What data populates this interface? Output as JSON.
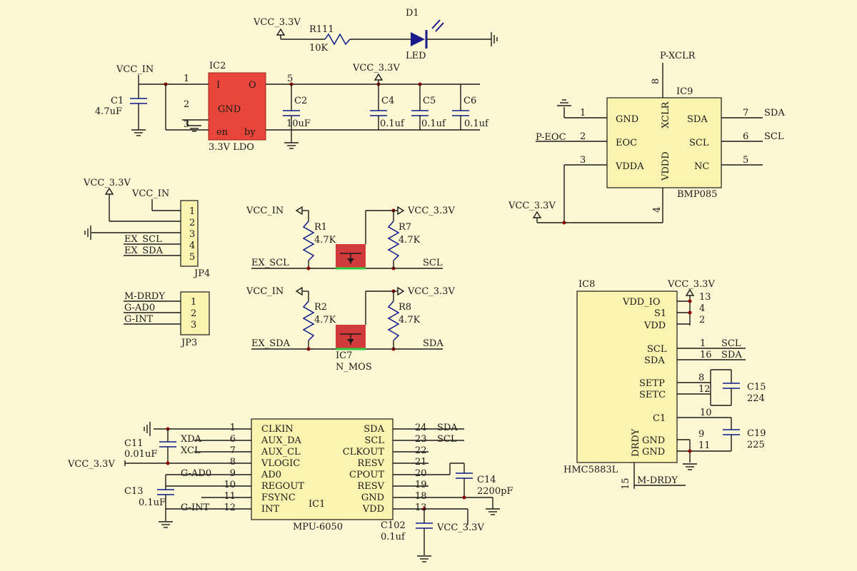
{
  "colors": {
    "background": "#fdf7d4",
    "chip_fill": "#fbf3b0",
    "ldo_fill": "#e8463a",
    "wire": "#1a1a1a",
    "component": "#0a1a8c"
  },
  "led": {
    "supply": "VCC_3.3V",
    "res_ref": "R111",
    "res_val": "10K",
    "ref": "D1",
    "label": "LED"
  },
  "ldo": {
    "vin": "VCC_IN",
    "ref": "IC2",
    "pin1": "1",
    "pin2": "2",
    "pin3": "3",
    "pin5": "5",
    "pin_i": "I",
    "pin_o": "O",
    "pin_gnd": "GND",
    "pin_en": "en",
    "pin_by": "by",
    "part": "3.3V  LDO",
    "vout": "VCC_3.3V"
  },
  "caps_top": [
    {
      "ref": "C1",
      "val": "4.7uF"
    },
    {
      "ref": "C2",
      "val": "10uF"
    },
    {
      "ref": "C4",
      "val": "0.1uf"
    },
    {
      "ref": "C5",
      "val": "0.1uf"
    },
    {
      "ref": "C6",
      "val": "0.1uf"
    }
  ],
  "bmp": {
    "ref": "IC9",
    "part": "BMP085",
    "xclr_net": "P-XCLR",
    "eoc_net": "P-EOC",
    "vcc": "VCC_3.3V",
    "pins": {
      "gnd": "GND",
      "eoc": "EOC",
      "vdda": "VDDA",
      "sda": "SDA",
      "scl": "SCL",
      "nc": "NC",
      "xclr": "XCLR",
      "vddd": "VDDD"
    },
    "nums": {
      "n1": "1",
      "n2": "2",
      "n3": "3",
      "n4": "4",
      "n5": "5",
      "n6": "6",
      "n7": "7",
      "n8": "8"
    },
    "net_sda": "SDA",
    "net_scl": "SCL"
  },
  "jp4": {
    "ref": "JP4",
    "vcc": "VCC_3.3V",
    "vin": "VCC_IN",
    "scl": "EX_SCL",
    "sda": "EX_SDA",
    "pins": [
      "1",
      "2",
      "3",
      "4",
      "5"
    ]
  },
  "jp3": {
    "ref": "JP3",
    "l1": "M-DRDY",
    "l2": "G-AD0",
    "l3": "G-INT",
    "pins": [
      "1",
      "2",
      "3"
    ]
  },
  "shifter": {
    "vin": "VCC_IN",
    "vout": "VCC_3.3V",
    "ref": "IC7",
    "part": "N_MOS",
    "ch1": {
      "r_left": "R1",
      "r_left_val": "4.7K",
      "r_right": "R7",
      "r_right_val": "4.7K",
      "in": "EX_SCL",
      "out": "SCL"
    },
    "ch2": {
      "r_left": "R2",
      "r_left_val": "4.7K",
      "r_right": "R8",
      "r_right_val": "4.7K",
      "in": "EX_SDA",
      "out": "SDA"
    }
  },
  "hmc": {
    "ref": "IC8",
    "part": "HMC5883L",
    "vcc": "VCC_3.3V",
    "pins": {
      "vddio": "VDD_IO",
      "s1": "S1",
      "vdd": "VDD",
      "scl": "SCL",
      "sda": "SDA",
      "setp": "SETP",
      "setc": "SETC",
      "c1": "C1",
      "gnd1": "GND",
      "gnd2": "GND",
      "drdy": "DRDY"
    },
    "nums": {
      "n13": "13",
      "n4": "4",
      "n2": "2",
      "n1": "1",
      "n16": "16",
      "n8": "8",
      "n12": "12",
      "n10": "10",
      "n9": "9",
      "n11": "11",
      "n15": "15"
    },
    "net_scl": "SCL",
    "net_sda": "SDA",
    "drdy_net": "M-DRDY",
    "c15": "C15",
    "c15_val": "224",
    "c19": "C19",
    "c19_val": "225"
  },
  "mpu": {
    "ref": "IC1",
    "part": "MPU-6050",
    "vcc": "VCC_3.3V",
    "left": [
      {
        "num": "1",
        "name": "CLKIN",
        "net": ""
      },
      {
        "num": "6",
        "name": "AUX_DA",
        "net": "XDA"
      },
      {
        "num": "7",
        "name": "AUX_CL",
        "net": "XCL"
      },
      {
        "num": "8",
        "name": "VLOGIC",
        "net": ""
      },
      {
        "num": "9",
        "name": "AD0",
        "net": "G-AD0"
      },
      {
        "num": "10",
        "name": "REGOUT",
        "net": ""
      },
      {
        "num": "11",
        "name": "FSYNC",
        "net": ""
      },
      {
        "num": "12",
        "name": "INT",
        "net": "G-INT"
      }
    ],
    "right": [
      {
        "num": "24",
        "name": "SDA",
        "net": "SDA"
      },
      {
        "num": "23",
        "name": "SCL",
        "net": "SCL"
      },
      {
        "num": "22",
        "name": "CLKOUT",
        "net": ""
      },
      {
        "num": "21",
        "name": "RESV",
        "net": ""
      },
      {
        "num": "20",
        "name": "CPOUT",
        "net": ""
      },
      {
        "num": "19",
        "name": "RESV",
        "net": ""
      },
      {
        "num": "18",
        "name": "GND",
        "net": ""
      },
      {
        "num": "13",
        "name": "VDD",
        "net": ""
      }
    ],
    "c11": "C11",
    "c11_val": "0.01uF",
    "c13": "C13",
    "c13_val": "0.1uF",
    "c14": "C14",
    "c14_val": "2200pF",
    "c102": "C102",
    "c102_val": "0.1uf",
    "vdd_net": "VCC_3.3V"
  }
}
